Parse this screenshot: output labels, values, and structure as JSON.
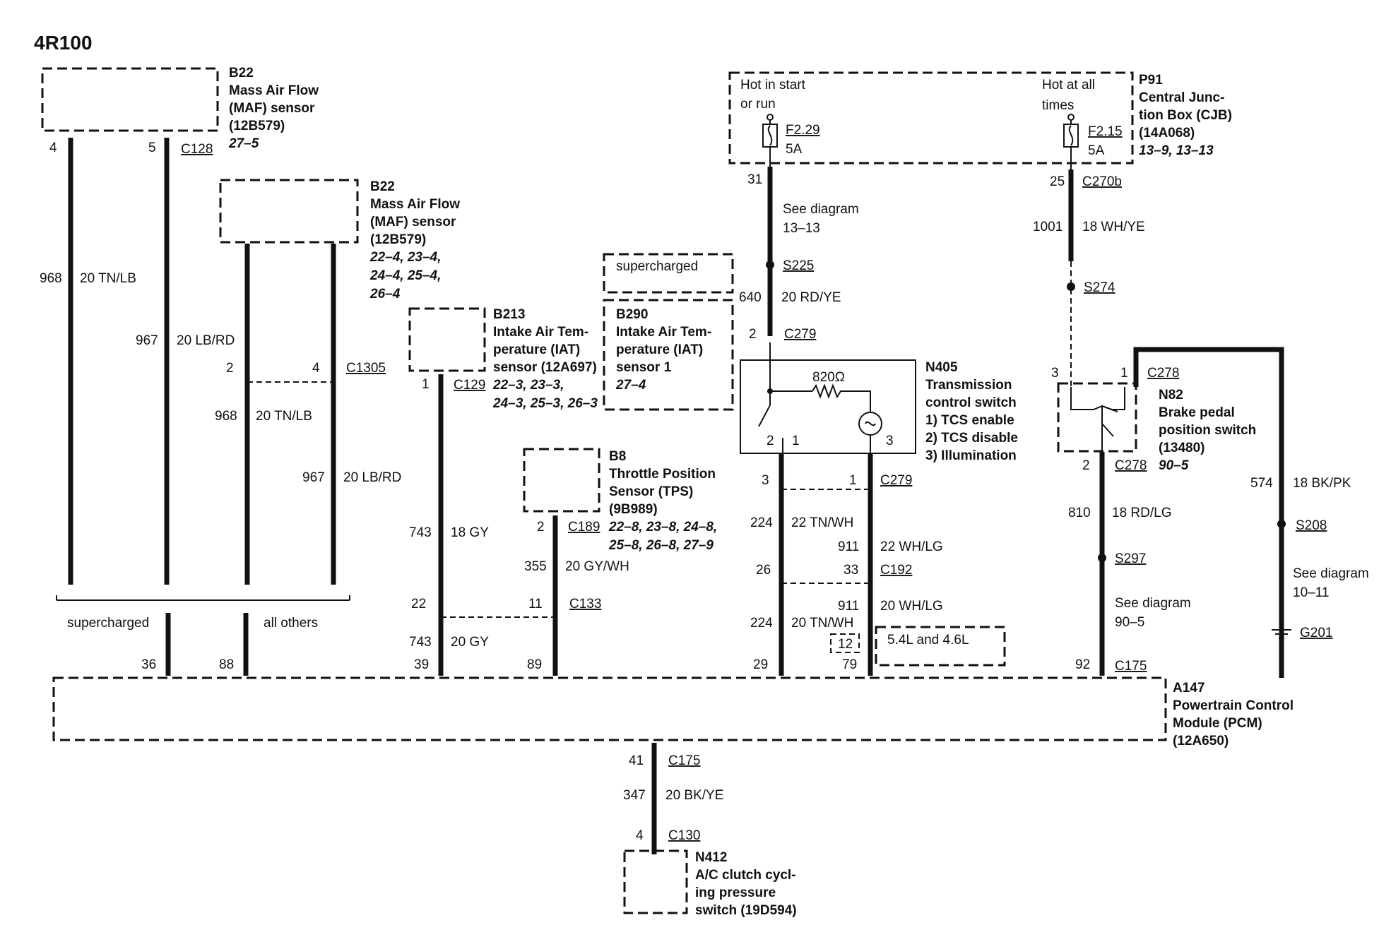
{
  "title": "4R100",
  "components": {
    "maf1": {
      "id": "B22",
      "lines": [
        "Mass Air Flow",
        "(MAF) sensor",
        "(12B579)"
      ],
      "refs": [
        "27–5"
      ]
    },
    "maf2": {
      "id": "B22",
      "lines": [
        "Mass Air Flow",
        "(MAF) sensor",
        "(12B579)"
      ],
      "refs": [
        "22–4,  23–4,",
        "24–4, 25–4,",
        "26–4"
      ]
    },
    "iat": {
      "id": "B213",
      "lines": [
        "Intake Air Tem-",
        "perature (IAT)",
        "sensor (12A697)"
      ],
      "refs": [
        "22–3, 23–3,",
        "24–3, 25–3, 26–3"
      ]
    },
    "iat1": {
      "id": "B290",
      "lines": [
        "Intake Air Tem-",
        "perature (IAT)",
        "sensor 1"
      ],
      "refs": [
        "27–4"
      ]
    },
    "tps": {
      "id": "B8",
      "lines": [
        "Throttle Position",
        "Sensor (TPS)",
        "(9B989)"
      ],
      "refs": [
        "22–8, 23–8, 24–8,",
        "25–8, 26–8, 27–9"
      ]
    },
    "cjb": {
      "id": "P91",
      "lines": [
        "Central Junc-",
        "tion Box (CJB)",
        "(14A068)"
      ],
      "refs": [
        "13–9, 13–13"
      ]
    },
    "tcs": {
      "id": "N405",
      "lines": [
        "Transmission",
        "control switch",
        "1)    TCS enable",
        "2)    TCS disable",
        "3)    Illumination"
      ],
      "refs": []
    },
    "bpp": {
      "id": "N82",
      "lines": [
        "Brake pedal",
        "position switch",
        "(13480)"
      ],
      "refs": [
        "90–5"
      ]
    },
    "pcm": {
      "id": "A147",
      "lines": [
        "Powertrain Control",
        "Module (PCM)",
        "(12A650)"
      ],
      "refs": []
    },
    "acc": {
      "id": "N412",
      "lines": [
        "A/C clutch cycl-",
        "ing pressure",
        "switch (19D594)"
      ],
      "refs": []
    }
  },
  "cjb_labels": {
    "hot_start": "Hot in start",
    "or_run": "or run",
    "hot_all": "Hot at all",
    "times": "times",
    "fuse1": "F2.29",
    "fuse1_amp": "5A",
    "fuse2": "F2.15",
    "fuse2_amp": "5A"
  },
  "supercharged_box": "supercharged",
  "engine_box": "5.4L and 4.6L",
  "resistor": "820Ω",
  "splice_labels": [
    "supercharged",
    "all others"
  ],
  "see_diagram": [
    {
      "text": "See diagram",
      "ref": "13–13"
    },
    {
      "text": "See diagram",
      "ref": "90–5"
    },
    {
      "text": "See diagram",
      "ref": "10–11"
    }
  ],
  "connectors": [
    "C128",
    "C1305",
    "C129",
    "C189",
    "C133",
    "C279",
    "C279",
    "C192",
    "C175",
    "C175",
    "C130",
    "C270b",
    "C278",
    "C278",
    "S225",
    "S274",
    "S297",
    "S208",
    "G201"
  ],
  "wires": [
    {
      "circuit": "968",
      "spec": "20 TN/LB"
    },
    {
      "circuit": "967",
      "spec": "20 LB/RD"
    },
    {
      "circuit": "968",
      "spec": "20 TN/LB"
    },
    {
      "circuit": "967",
      "spec": "20 LB/RD"
    },
    {
      "circuit": "743",
      "spec": "18 GY"
    },
    {
      "circuit": "743",
      "spec": "20 GY"
    },
    {
      "circuit": "355",
      "spec": "20 GY/WH"
    },
    {
      "circuit": "640",
      "spec": "20 RD/YE"
    },
    {
      "circuit": "224",
      "spec": "22 TN/WH"
    },
    {
      "circuit": "911",
      "spec": "22 WH/LG"
    },
    {
      "circuit": "911",
      "spec": "20 WH/LG"
    },
    {
      "circuit": "224",
      "spec": "20 TN/WH"
    },
    {
      "circuit": "1001",
      "spec": "18 WH/YE"
    },
    {
      "circuit": "810",
      "spec": "18 RD/LG"
    },
    {
      "circuit": "574",
      "spec": "18 BK/PK"
    },
    {
      "circuit": "347",
      "spec": "20 BK/YE"
    }
  ],
  "pins": [
    "4",
    "5",
    "2",
    "4",
    "1",
    "2",
    "22",
    "11",
    "31",
    "2",
    "3",
    "1",
    "26",
    "33",
    "25",
    "3",
    "1",
    "2",
    "36",
    "88",
    "39",
    "89",
    "29",
    "79",
    "92",
    "41",
    "4",
    "12",
    "2",
    "1",
    "3"
  ]
}
